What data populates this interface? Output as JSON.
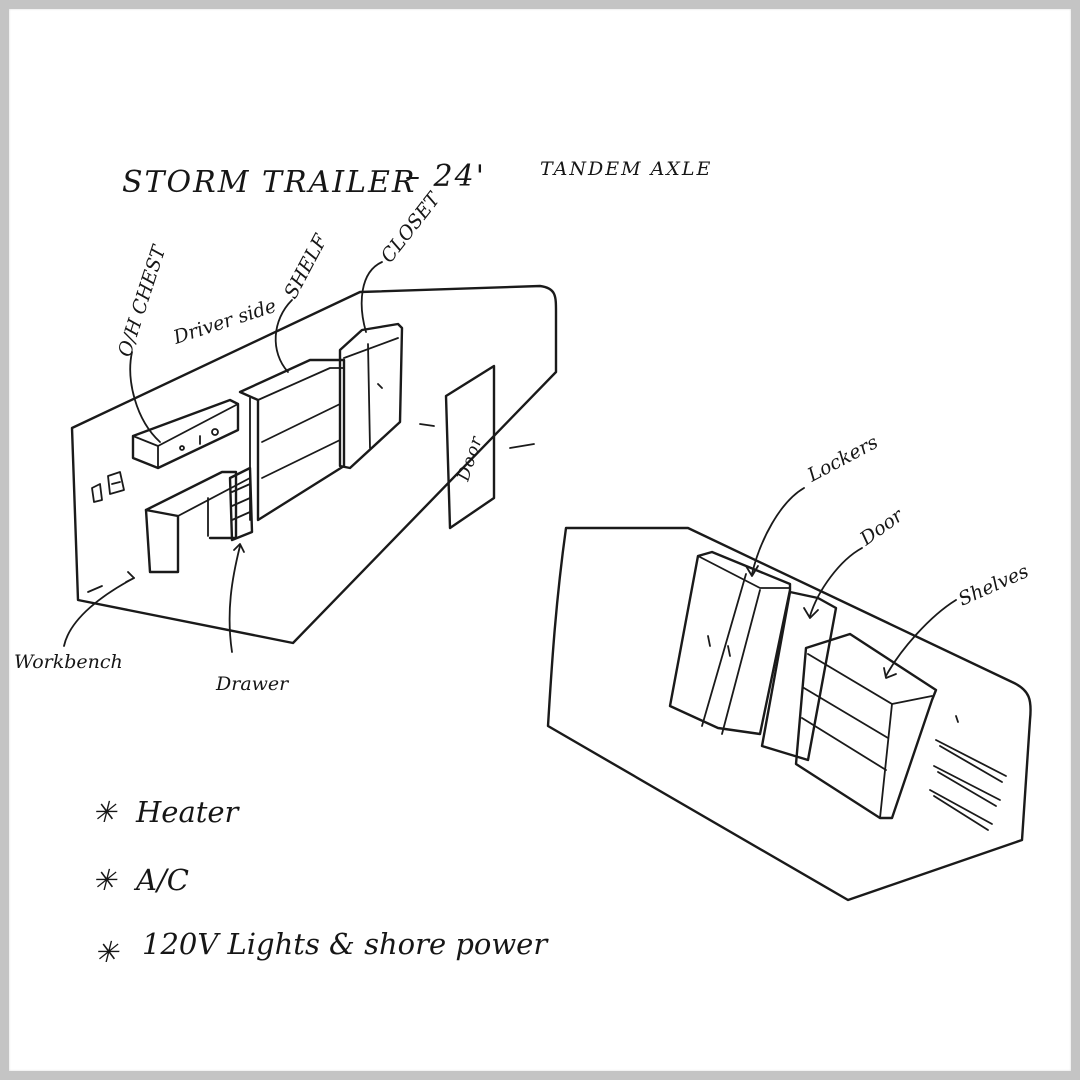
{
  "title": {
    "main": "STORM TRAILER",
    "length": "– 24'",
    "axle": "TANDEM AXLE"
  },
  "driver_side": {
    "heading": "Driver side",
    "labels": {
      "oh_chest": "O/H CHEST",
      "shelf": "SHELF",
      "closet": "CLOSET",
      "door": "Door",
      "workbench": "Workbench",
      "drawer": "Drawer"
    }
  },
  "passenger_side": {
    "labels": {
      "lockers": "Lockers",
      "door": "Door",
      "shelves": "Shelves"
    }
  },
  "notes": {
    "bullet": "✳",
    "items": [
      "Heater",
      "A/C",
      "120V Lights & shore power"
    ]
  }
}
